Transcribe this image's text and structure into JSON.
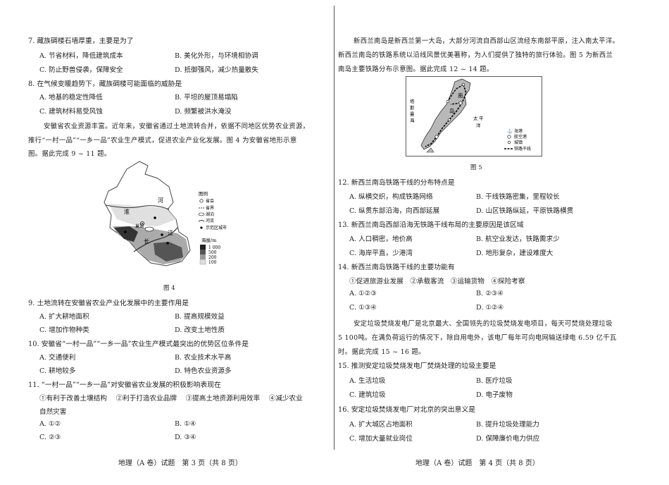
{
  "left": {
    "q7": {
      "stem": "7. 藏族碉楼石墙厚重，主要是为了",
      "A": "A. 节省材料，降低建筑成本",
      "B": "B. 美化外形，与环境相协调",
      "C": "C. 防止野兽侵袭，保障安全",
      "D": "D. 抵御强风，减少热量散失"
    },
    "q8": {
      "stem": "8. 在气候变暖趋势下，藏族碉楼可能面临的威胁是",
      "A": "A. 地基的稳定性降低",
      "B": "B. 平坦的屋顶易塌陷",
      "C": "C. 建筑材料易受风蚀",
      "D": "D. 频繁被洪水淹没"
    },
    "intro": [
      "安徽省农业资源丰富。近年来，安徽省通过土地流转合并，依据不同地区优势农业资源，",
      "推行“一村一品”“一乡一品”农业生产模式，促进农业产业化发展。图 4 为安徽省地形示意",
      "图。据此完成 9 ~ 11 题。"
    ],
    "map": {
      "legend_title": "图例",
      "legend_items": [
        "省会",
        "省界",
        "湖泊",
        "河流",
        "示范区城市"
      ],
      "labels": [
        "淮",
        "河",
        "长",
        "江",
        "巢湖"
      ],
      "elev_title": "海拔/m",
      "elev_values": [
        "1 000",
        "500",
        "200",
        "100"
      ],
      "caption": "图 4"
    },
    "q9": {
      "stem": "9. 土地流转在安徽省农业产业化发展中的主要作用是",
      "A": "A. 扩大耕地面积",
      "B": "B. 提高规模效益",
      "C": "C. 增加作物种类",
      "D": "D. 改变土地性质"
    },
    "q10": {
      "stem": "10. 安徽省“一村一品”“一乡一品”农业生产模式最突出的优势区位条件是",
      "A": "A. 交通便利",
      "B": "B. 农业技术水平高",
      "C": "C. 耕地较多",
      "D": "D. 特色农业资源多"
    },
    "q11": {
      "stem": "11. “一村一品”“一乡一品”对安徽省农业发展的积极影响表现在",
      "items": "①有利于改善土壤结构　 ②利于打造农业品牌　 ③提高土地资源利用效率　 ④减少农业",
      "items2": "自然灾害",
      "A": "A. ①②",
      "B": "B. ①④",
      "C": "C. ②③",
      "D": "D. ③④"
    },
    "footer": "地理（A 卷）试题　第 3 页（共 8 页）"
  },
  "right": {
    "intro": [
      "新西兰南岛是新西兰第一大岛，大部分河流自西部山区流经东南部平原，注入南太平洋。",
      "新西兰南岛的铁路系统以沿线风景优美著称，为人们提供了独特的旅行体验。图 5 为新西兰",
      "南岛主要铁路分布示意图。据此完成 12 ~ 14 题。"
    ],
    "map": {
      "sea_west": [
        "塔",
        "斯",
        "曼",
        "海"
      ],
      "sea_east": [
        "太",
        "平",
        "洋"
      ],
      "island": [
        "南",
        "岛"
      ],
      "legend_items": [
        "海港",
        "航空港",
        "城镇",
        "铁路干线"
      ],
      "caption": "图 5"
    },
    "q12": {
      "stem": "12. 新西兰南岛铁路干线的分布特点是",
      "A": "A. 纵横交织，构成铁路网络",
      "B": "B. 干线铁路密集，里程较长",
      "C": "C. 纵贯东部沿海，向西部延展",
      "D": "D. 山区铁路纵延，平原铁路横贯"
    },
    "q13": {
      "stem": "13. 新西兰南岛西部沿海无铁路干线布局的主要原因是该区域",
      "A": "A. 人口稠密，地价高",
      "B": "B. 航空业发达，铁路需求少",
      "C": "C. 海岸平直，少港湾",
      "D": "D. 地形复杂，建设难度大"
    },
    "q14": {
      "stem": "14. 新西兰南岛铁路干线的主要功能有",
      "items": "①促进旅游业发展　②承载客流　③运输货物　④探险考察",
      "A": "A. ①②③",
      "B": "B. ②③④",
      "C": "C. ①③④",
      "D": "D. ①②④"
    },
    "intro2": [
      "安定垃圾焚烧发电厂是北京最大、全国领先的垃圾焚烧发电项目，每天可焚烧处理垃圾",
      "5 100吨。在满负荷运行的情况下，除自用电外，该电厂每年可向电网输送绿电 6.59 亿千瓦",
      "时。据此完成 15 ~ 16 题。"
    ],
    "q15": {
      "stem": "15. 推测安定垃圾焚烧发电厂焚烧处理的垃圾主要是",
      "A": "A. 生活垃圾",
      "B": "B. 医疗垃圾",
      "C": "C. 建筑垃圾",
      "D": "D. 电子废物"
    },
    "q16": {
      "stem": "16. 安定垃圾焚烧发电厂对北京的突出意义是",
      "A": "A. 扩大城区占地面积",
      "B": "B. 提升垃圾处理能力",
      "C": "C. 增加大量就业岗位",
      "D": "D. 保障廉价电力供应"
    },
    "footer": "地理（A 卷）试题　第 4 页（共 8 页）"
  }
}
